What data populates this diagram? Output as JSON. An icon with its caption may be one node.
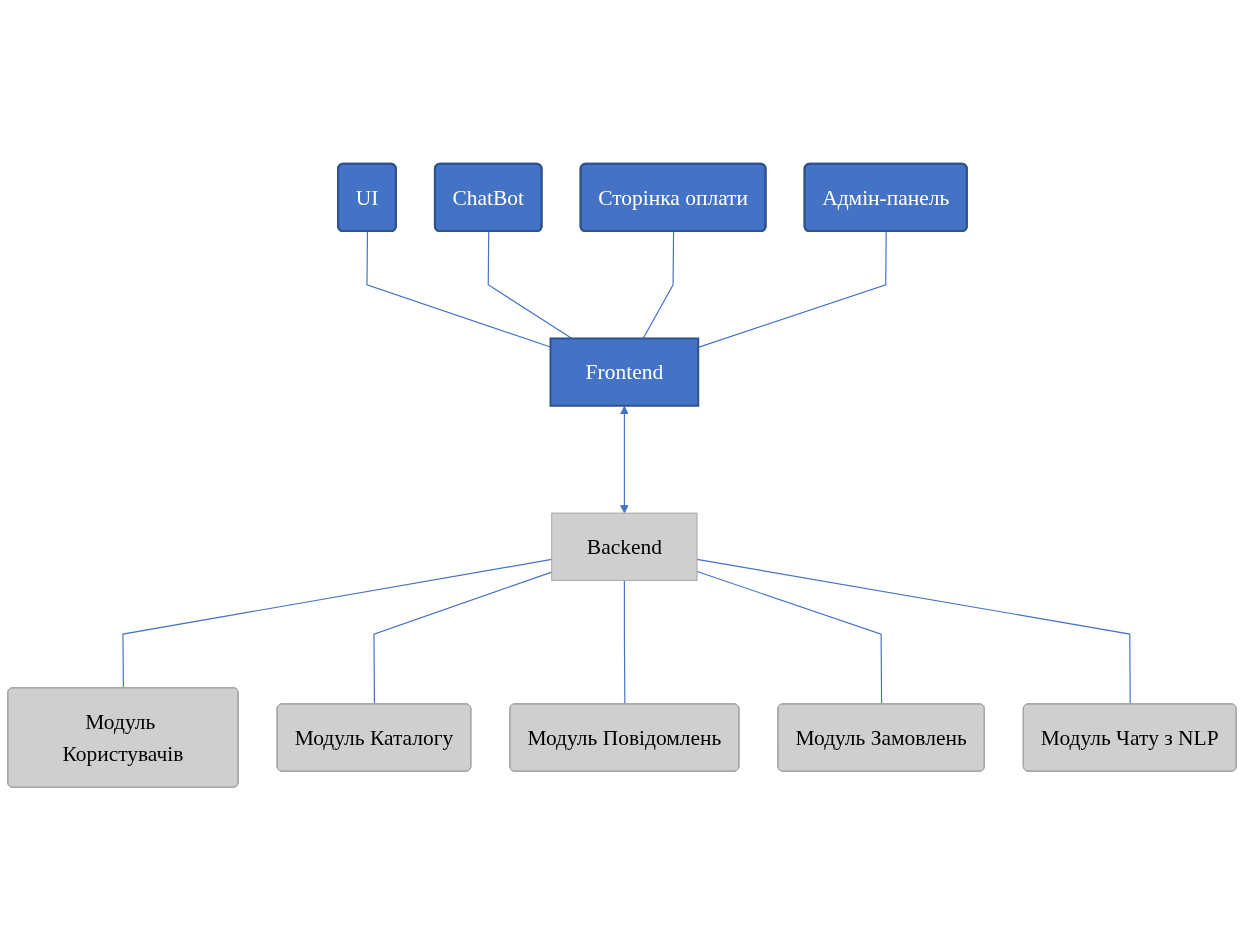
{
  "diagram": {
    "nodes": [
      {
        "text": [
          "UI"
        ]
      },
      {
        "text": [
          "ChatBot"
        ]
      },
      {
        "text": [
          "Сторінка оплати"
        ]
      },
      {
        "text": [
          "Адмін-панель"
        ]
      },
      {
        "text": [
          "Frontend"
        ]
      },
      {
        "text": [
          "Backend"
        ]
      },
      {
        "text": [
          "Модуль Користувачів"
        ]
      },
      {
        "text": [
          "Модуль Каталогу"
        ]
      },
      {
        "text": [
          "Модуль Повідомлень"
        ]
      },
      {
        "text": [
          "Модуль Замовлень"
        ]
      },
      {
        "text": [
          "Модуль Чату з NLP"
        ]
      }
    ],
    "edges": [
      {
        "from": 0,
        "to": 4,
        "arrow": "none"
      },
      {
        "from": 1,
        "to": 4,
        "arrow": "none"
      },
      {
        "from": 2,
        "to": 4,
        "arrow": "none"
      },
      {
        "from": 3,
        "to": 4,
        "arrow": "none"
      },
      {
        "from": 4,
        "to": 5,
        "arrow": "both"
      },
      {
        "from": 5,
        "to": 6,
        "arrow": "none"
      },
      {
        "from": 5,
        "to": 7,
        "arrow": "none"
      },
      {
        "from": 5,
        "to": 8,
        "arrow": "none"
      },
      {
        "from": 5,
        "to": 9,
        "arrow": "none"
      },
      {
        "from": 5,
        "to": 10,
        "arrow": "none"
      }
    ]
  }
}
